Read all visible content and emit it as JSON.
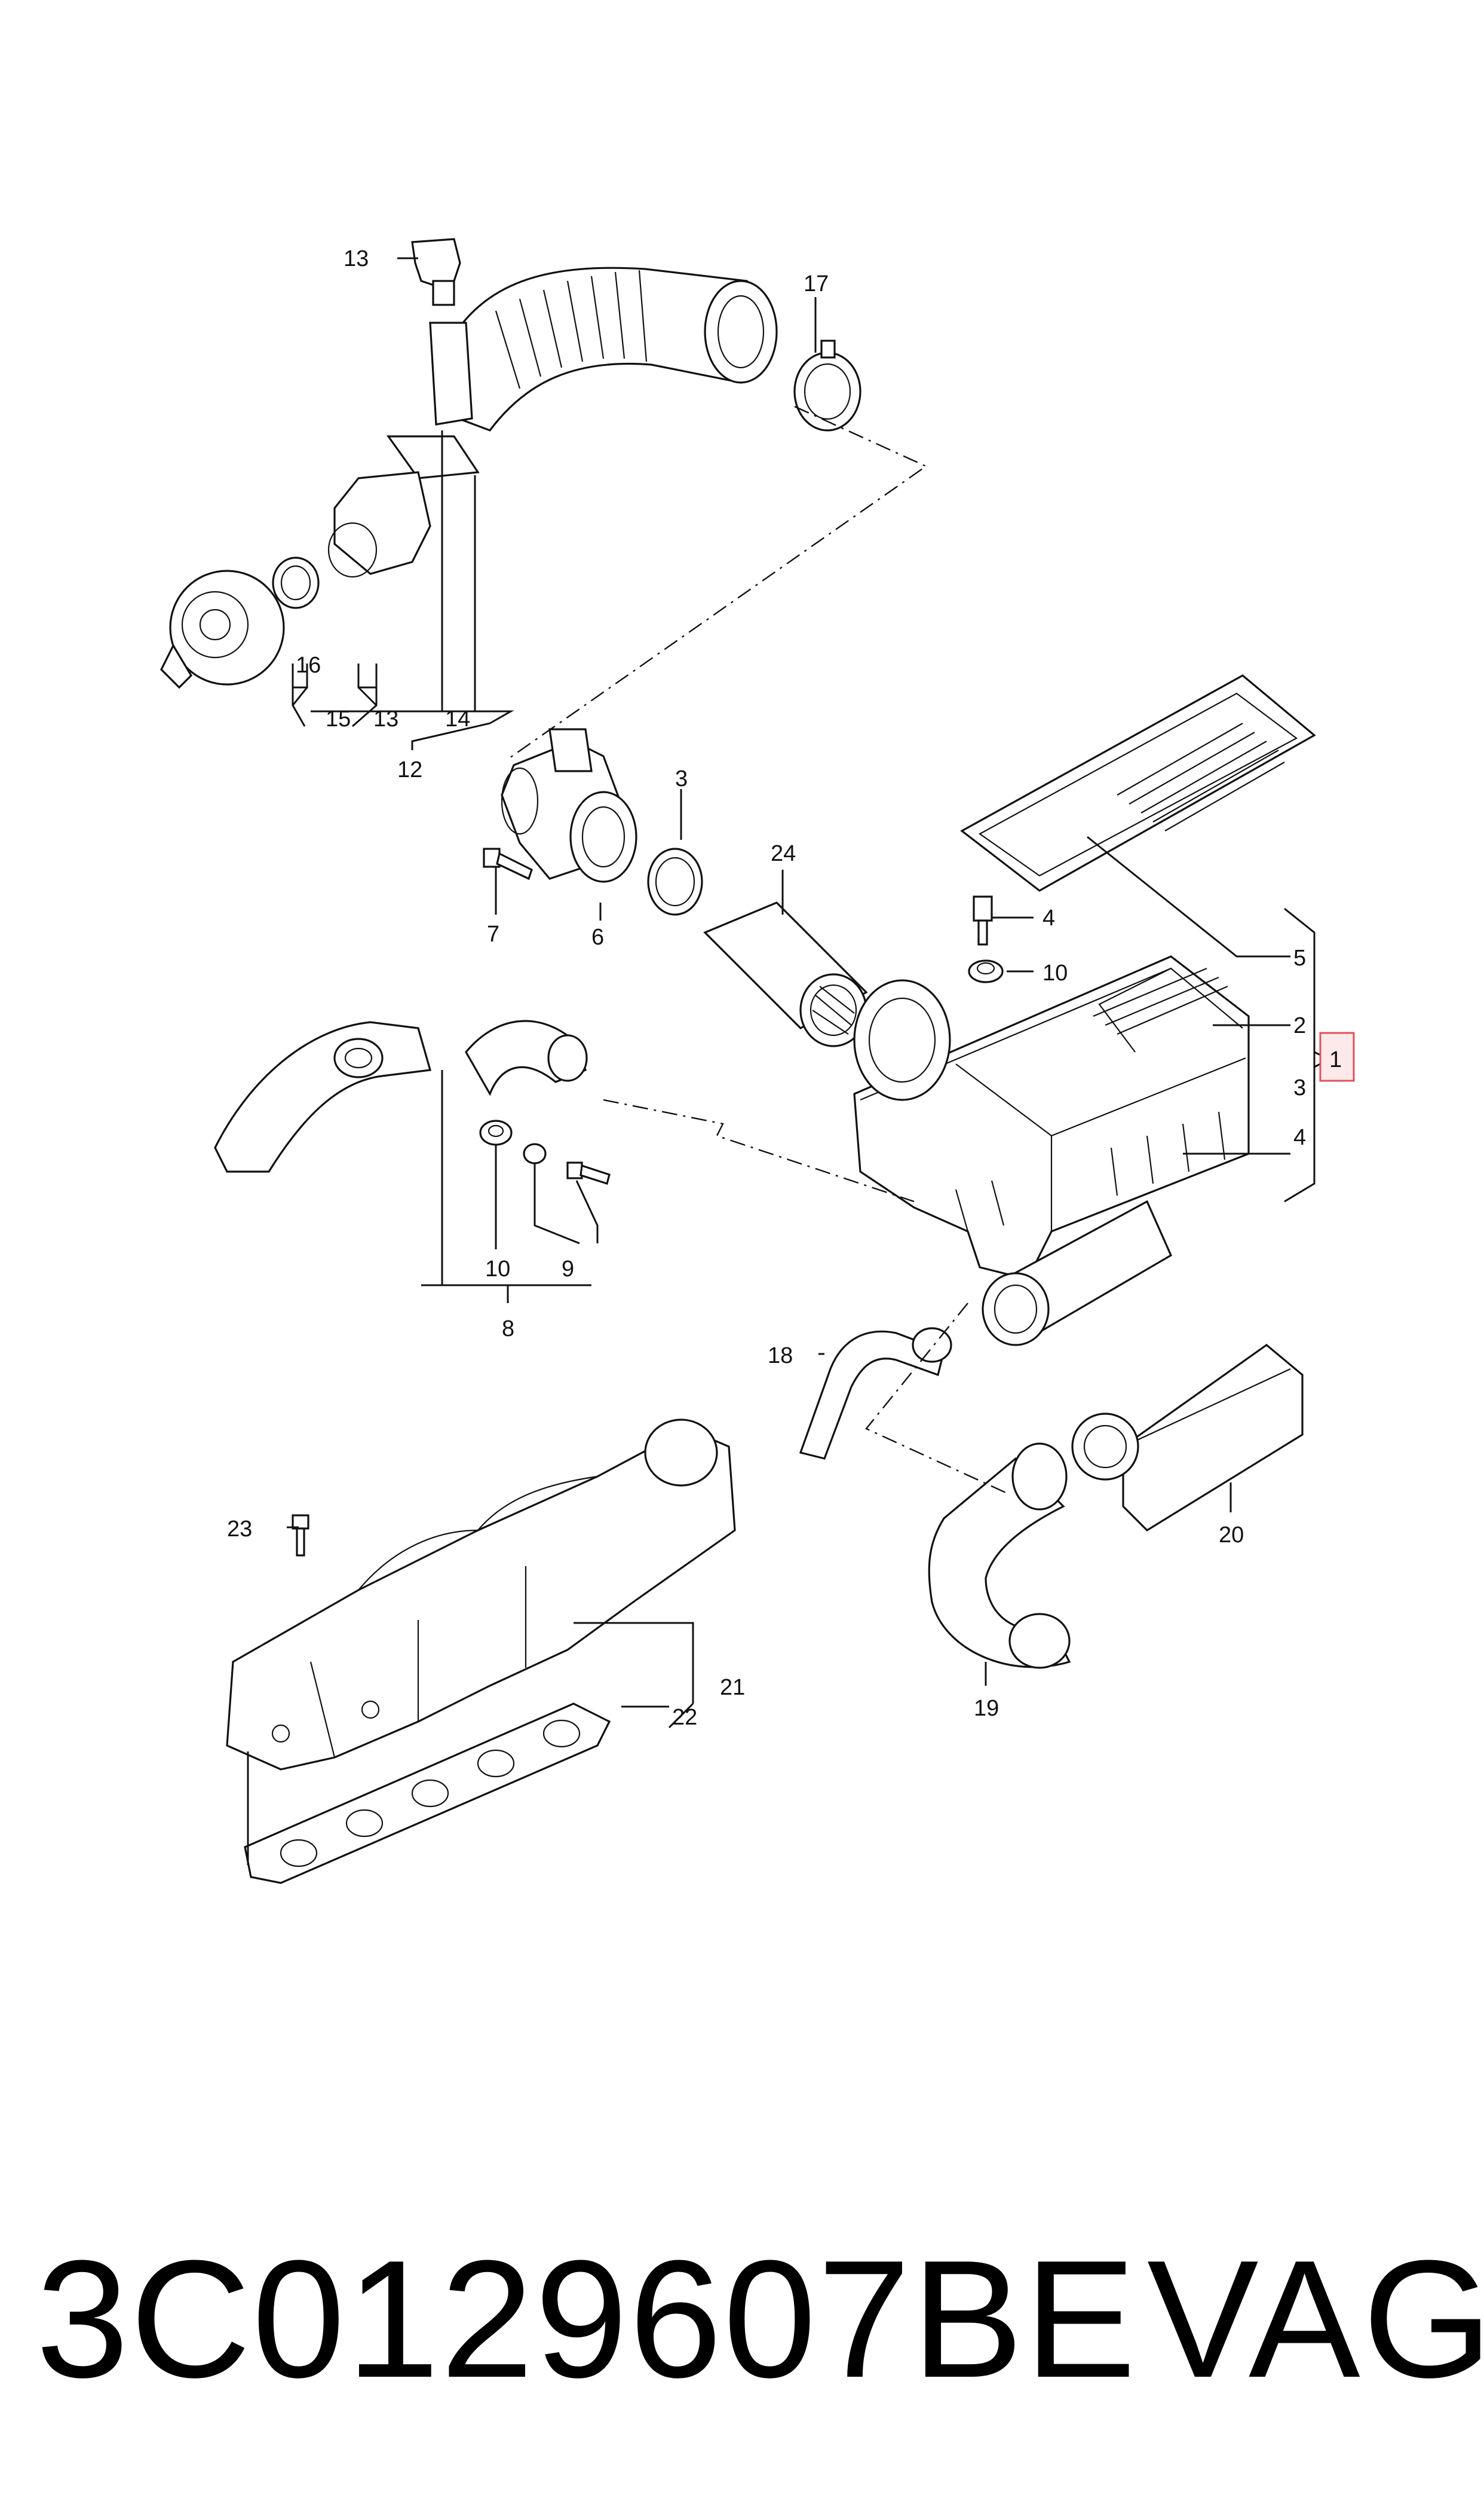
{
  "callouts": {
    "c1": "1",
    "c2": "2",
    "c3": "3",
    "c3b": "3",
    "c4": "4",
    "c4b": "4",
    "c5": "5",
    "c6": "6",
    "c7": "7",
    "c8": "8",
    "c9": "9",
    "c10": "10",
    "c10b": "10",
    "c12": "12",
    "c13": "13",
    "c13b": "13",
    "c14": "14",
    "c15": "15",
    "c16": "16",
    "c17": "17",
    "c18": "18",
    "c19": "19",
    "c20": "20",
    "c21": "21",
    "c22": "22",
    "c23": "23",
    "c24": "24"
  },
  "footer": {
    "part_number": "3C0129607BE",
    "brand": "VAG"
  },
  "colors": {
    "line": "#111111",
    "highlight_border": "#e0525a",
    "highlight_fill": "#fde9ea"
  }
}
